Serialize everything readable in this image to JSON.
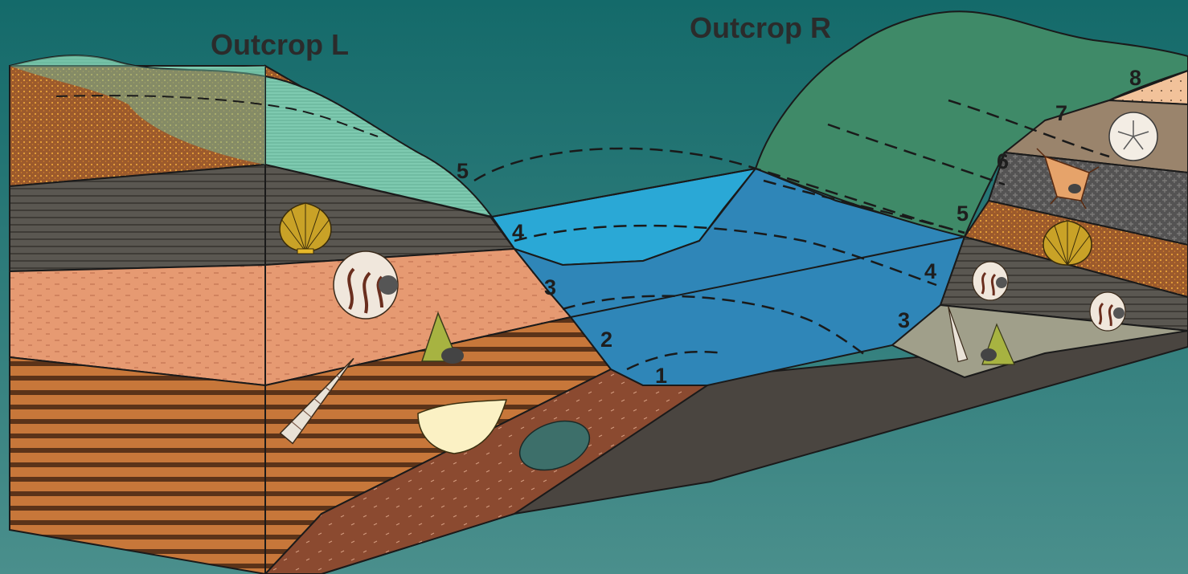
{
  "titles": {
    "left": "Outcrop L",
    "right": "Outcrop R"
  },
  "left_layer_numbers": [
    "1",
    "2",
    "3",
    "4",
    "5"
  ],
  "right_layer_numbers": [
    "3",
    "4",
    "5",
    "6",
    "7",
    "8"
  ],
  "colors": {
    "sky_top": "#146a6a",
    "sky_bottom": "#4a8f8c",
    "land_top": "#7ecab0",
    "hill": "#3f8a68",
    "water_light": "#2aa8d6",
    "water_dark": "#2f86b8",
    "layer_red_brown": "#8b4a30",
    "layer_striped": "#b86a2e",
    "layer_salmon": "#e69a72",
    "layer_dark_grey": "#4d4a44",
    "layer_speckled_brown": "#a3582a",
    "layer_olive": "#a09f8a",
    "layer_woven": "#545353",
    "layer_tan": "#9a846c",
    "layer_peach": "#f2c29a",
    "valley_floor": "#4a4540"
  },
  "fossil_icons": [
    "scallop-shell-icon",
    "nautilus-shell-icon",
    "cone-snail-icon",
    "turritella-shell-icon",
    "brachiopod-shell-icon",
    "trace-fossil-icon",
    "spiny-murex-icon",
    "sand-dollar-icon"
  ]
}
